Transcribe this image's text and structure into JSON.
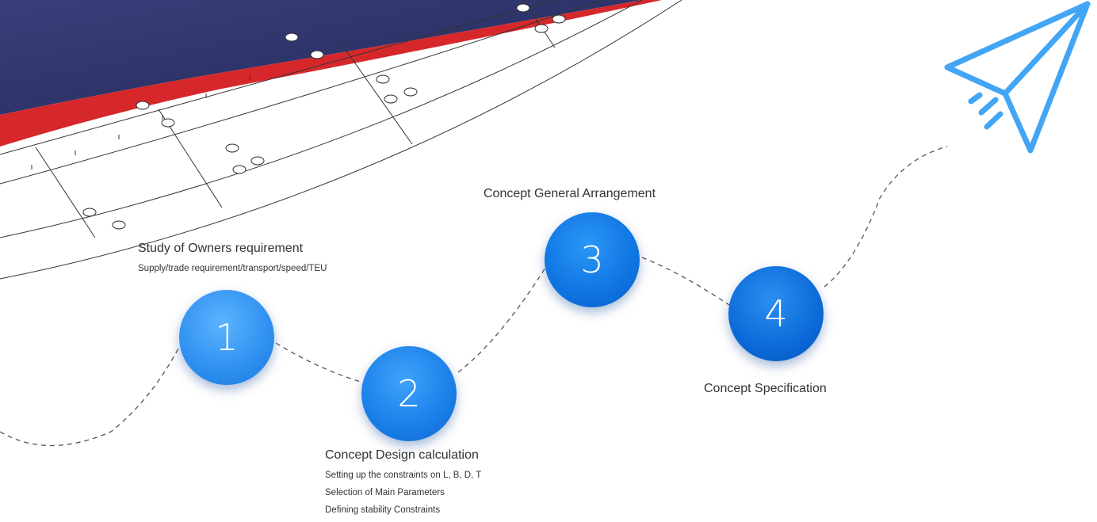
{
  "steps": [
    {
      "number": "1",
      "title": "Study of Owners requirement",
      "details": [
        "Supply/trade requirement/transport/speed/TEU"
      ]
    },
    {
      "number": "2",
      "title": "Concept Design calculation",
      "details": [
        "Setting up the constraints on L, B, D, T",
        "Selection of Main Parameters",
        "Defining stability Constraints"
      ]
    },
    {
      "number": "3",
      "title": "Concept General Arrangement",
      "details": []
    },
    {
      "number": "4",
      "title": "Concept Specification",
      "details": []
    }
  ],
  "colors": {
    "circle_blue": "#1a7fe8",
    "plane_blue": "#42a5f5",
    "hull_navy": "#2a2f66",
    "hull_red": "#d6282b",
    "dash_gray": "#555555"
  },
  "icons": {
    "plane": "paper-plane-icon",
    "ship": "ship-hull-drawing"
  }
}
